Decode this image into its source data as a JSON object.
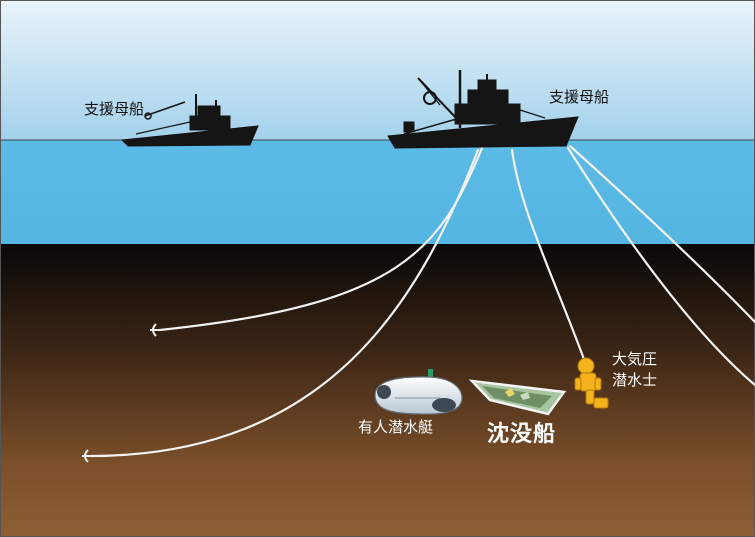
{
  "labels": {
    "support_ship_left": "支援母船",
    "support_ship_right": "支援母船",
    "atmospheric_diver_line1": "大気圧",
    "atmospheric_diver_line2": "潜水士",
    "manned_submersible": "有人潜水艇",
    "wreck": "沈没船"
  },
  "colors": {
    "sky_top": "#dcecf6",
    "sky_bottom": "#a8d4ee",
    "sea_surface": "#59b9e6",
    "deep_top": "#0b0b0b",
    "seabed": "#8a5a2f",
    "cable": "#f2f2f2",
    "ship": "#151515",
    "submersible": "#e8eef3",
    "wreck": "#9fbf9a",
    "diver": "#f4b21d"
  }
}
